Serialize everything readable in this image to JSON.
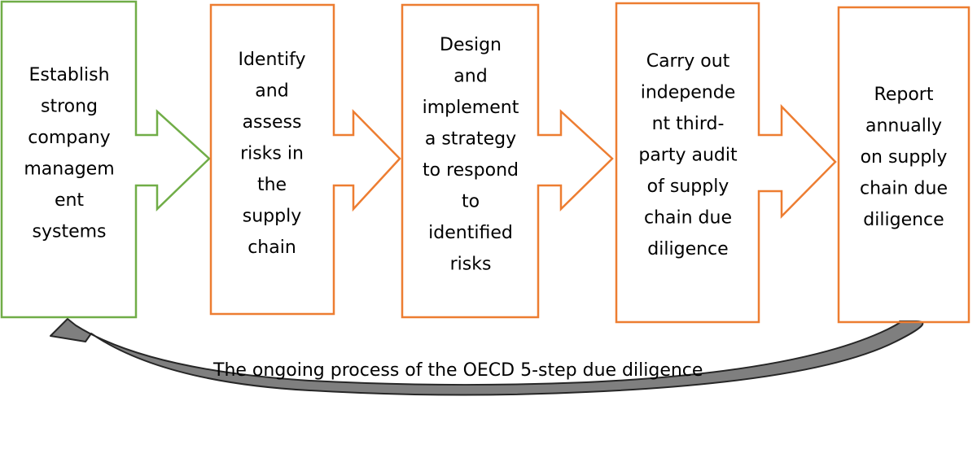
{
  "colors": {
    "first_step": "#70ad47",
    "other_steps": "#ed7d31",
    "cycle_arrow_fill": "#7f7f7f",
    "cycle_arrow_stroke": "#262626",
    "text": "#000000"
  },
  "steps": [
    {
      "id": "step-1",
      "lines": [
        "Establish",
        "strong",
        "company",
        "managem",
        "ent",
        "systems"
      ],
      "color_role": "first_step"
    },
    {
      "id": "step-2",
      "lines": [
        "Identify",
        "and",
        "assess",
        "risks in",
        "the",
        "supply",
        "chain"
      ],
      "color_role": "other_steps"
    },
    {
      "id": "step-3",
      "lines": [
        "Design",
        "and",
        "implement",
        "a strategy",
        "to respond",
        "to",
        "identified",
        "risks"
      ],
      "color_role": "other_steps"
    },
    {
      "id": "step-4",
      "lines": [
        "Carry out",
        "independe",
        "nt third-",
        "party audit",
        "of supply",
        "chain due",
        "diligence"
      ],
      "color_role": "other_steps"
    },
    {
      "id": "step-5",
      "lines": [
        "Report",
        "annually",
        "on supply",
        "chain due",
        "diligence"
      ],
      "color_role": "other_steps"
    }
  ],
  "cycle": {
    "caption": "The ongoing process of the OECD 5-step due diligence",
    "direction": "from last step back to first step"
  }
}
